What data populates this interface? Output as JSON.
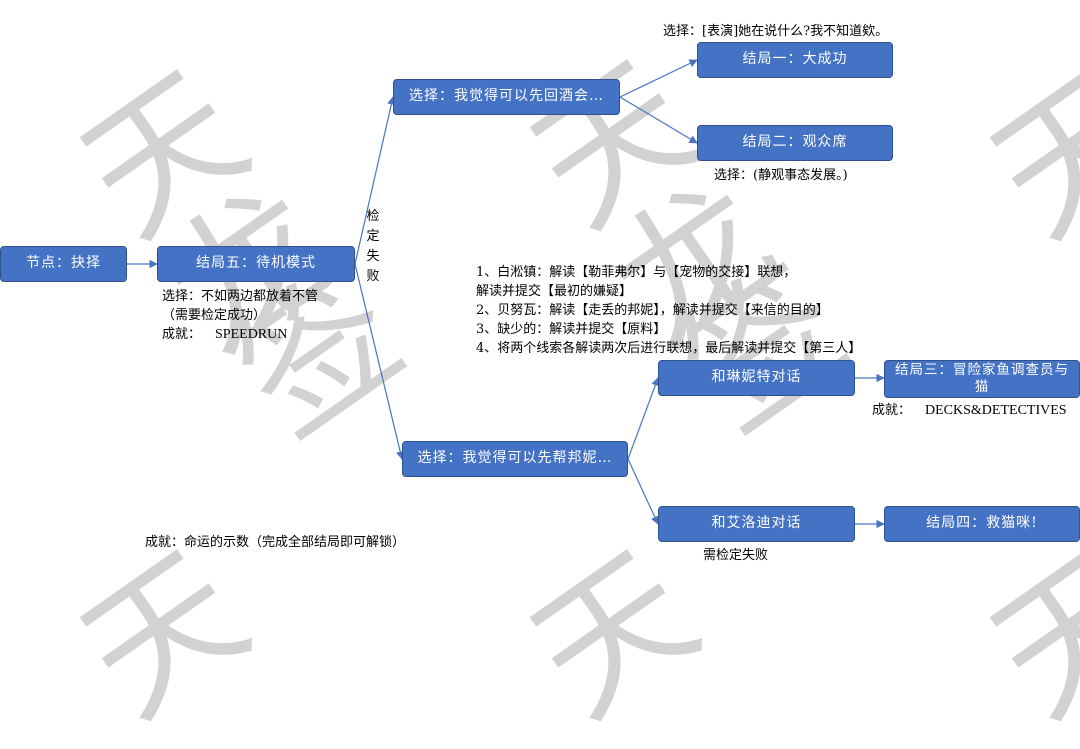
{
  "watermark_char_1": "天",
  "watermark_char_2": "龙",
  "watermark_char_3": "签",
  "nodes": {
    "start": "节点：抉择",
    "ending5": "结局五：待机模式",
    "choice_hotel": "选择：我觉得可以先回酒会…",
    "choice_help": "选择：我觉得可以先帮邦妮…",
    "ending1": "结局一：大成功",
    "ending2": "结局二：观众席",
    "talk_lynette": "和琳妮特对话",
    "talk_arlo": "和艾洛迪对话",
    "ending3": "结局三：冒险家鱼调查员与猫",
    "ending4": "结局四：救猫咪!"
  },
  "notes": {
    "ending1_choice": "选择：[表演]她在说什么?我不知道欸。",
    "ending2_choice": "选择：(静观事态发展。)",
    "ending5_choice": "选择：不如两边都放着不管",
    "ending5_req": "（需要检定成功）",
    "ending5_ach_label": "成就：",
    "ending5_ach_value": "SPEEDRUN",
    "check_fail": "检定失败",
    "arlo_req": "需检定失败",
    "ending3_ach_label": "成就：",
    "ending3_ach_value": "DECKS&DETECTIVES",
    "global_achievement": "成就：命运的示数（完成全部结局即可解锁）"
  },
  "steps": [
    "1、白淞镇：解读【勒菲弗尔】与【宠物的交接】联想，",
    "解读并提交【最初的嫌疑】",
    "2、贝努瓦：解读【走丢的邦妮】，解读并提交【来信的目的】",
    "3、缺少的：解读并提交【原料】",
    "4、将两个线索各解读两次后进行联想，最后解读并提交【第三人】"
  ],
  "colors": {
    "node_fill": "#4472c4",
    "node_border": "#2f528f",
    "connector": "#4a74c0",
    "watermark": "#d2d2d2"
  }
}
